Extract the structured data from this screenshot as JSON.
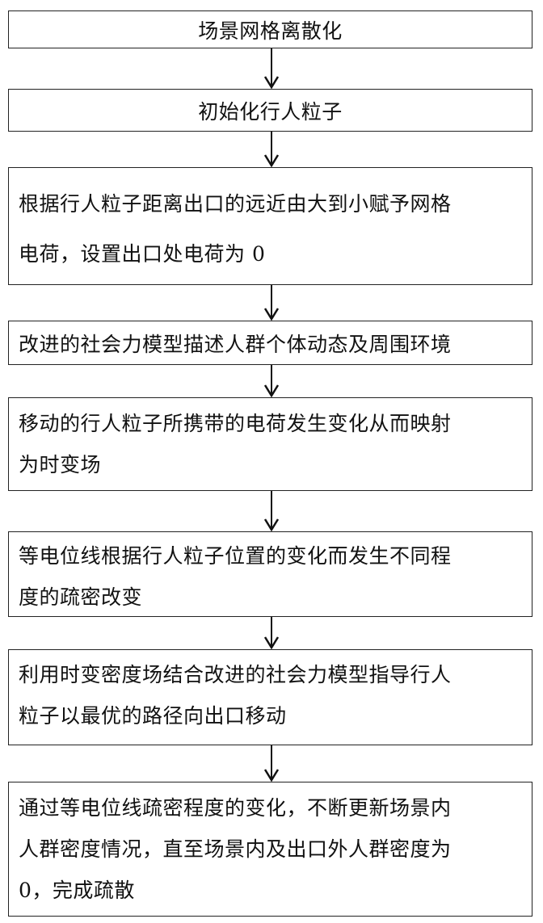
{
  "flowchart": {
    "steps": [
      {
        "lines": [
          "场景网格离散化"
        ]
      },
      {
        "lines": [
          "初始化行人粒子"
        ]
      },
      {
        "lines": [
          "根据行人粒子距离出口的远近由大到小赋予网格",
          "电荷，设置出口处电荷为 0"
        ]
      },
      {
        "lines": [
          "改进的社会力模型描述人群个体动态及周围环境"
        ]
      },
      {
        "lines": [
          "移动的行人粒子所携带的电荷发生变化从而映射",
          "为时变场"
        ]
      },
      {
        "lines": [
          "等电位线根据行人粒子位置的变化而发生不同程",
          "度的疏密改变"
        ]
      },
      {
        "lines": [
          "利用时变密度场结合改进的社会力模型指导行人",
          "粒子以最优的路径向出口移动"
        ]
      },
      {
        "lines": [
          "通过等电位线疏密程度的变化，不断更新场景内",
          "人群密度情况，直至场景内及出口外人群密度为",
          "0，完成疏散"
        ]
      }
    ]
  }
}
